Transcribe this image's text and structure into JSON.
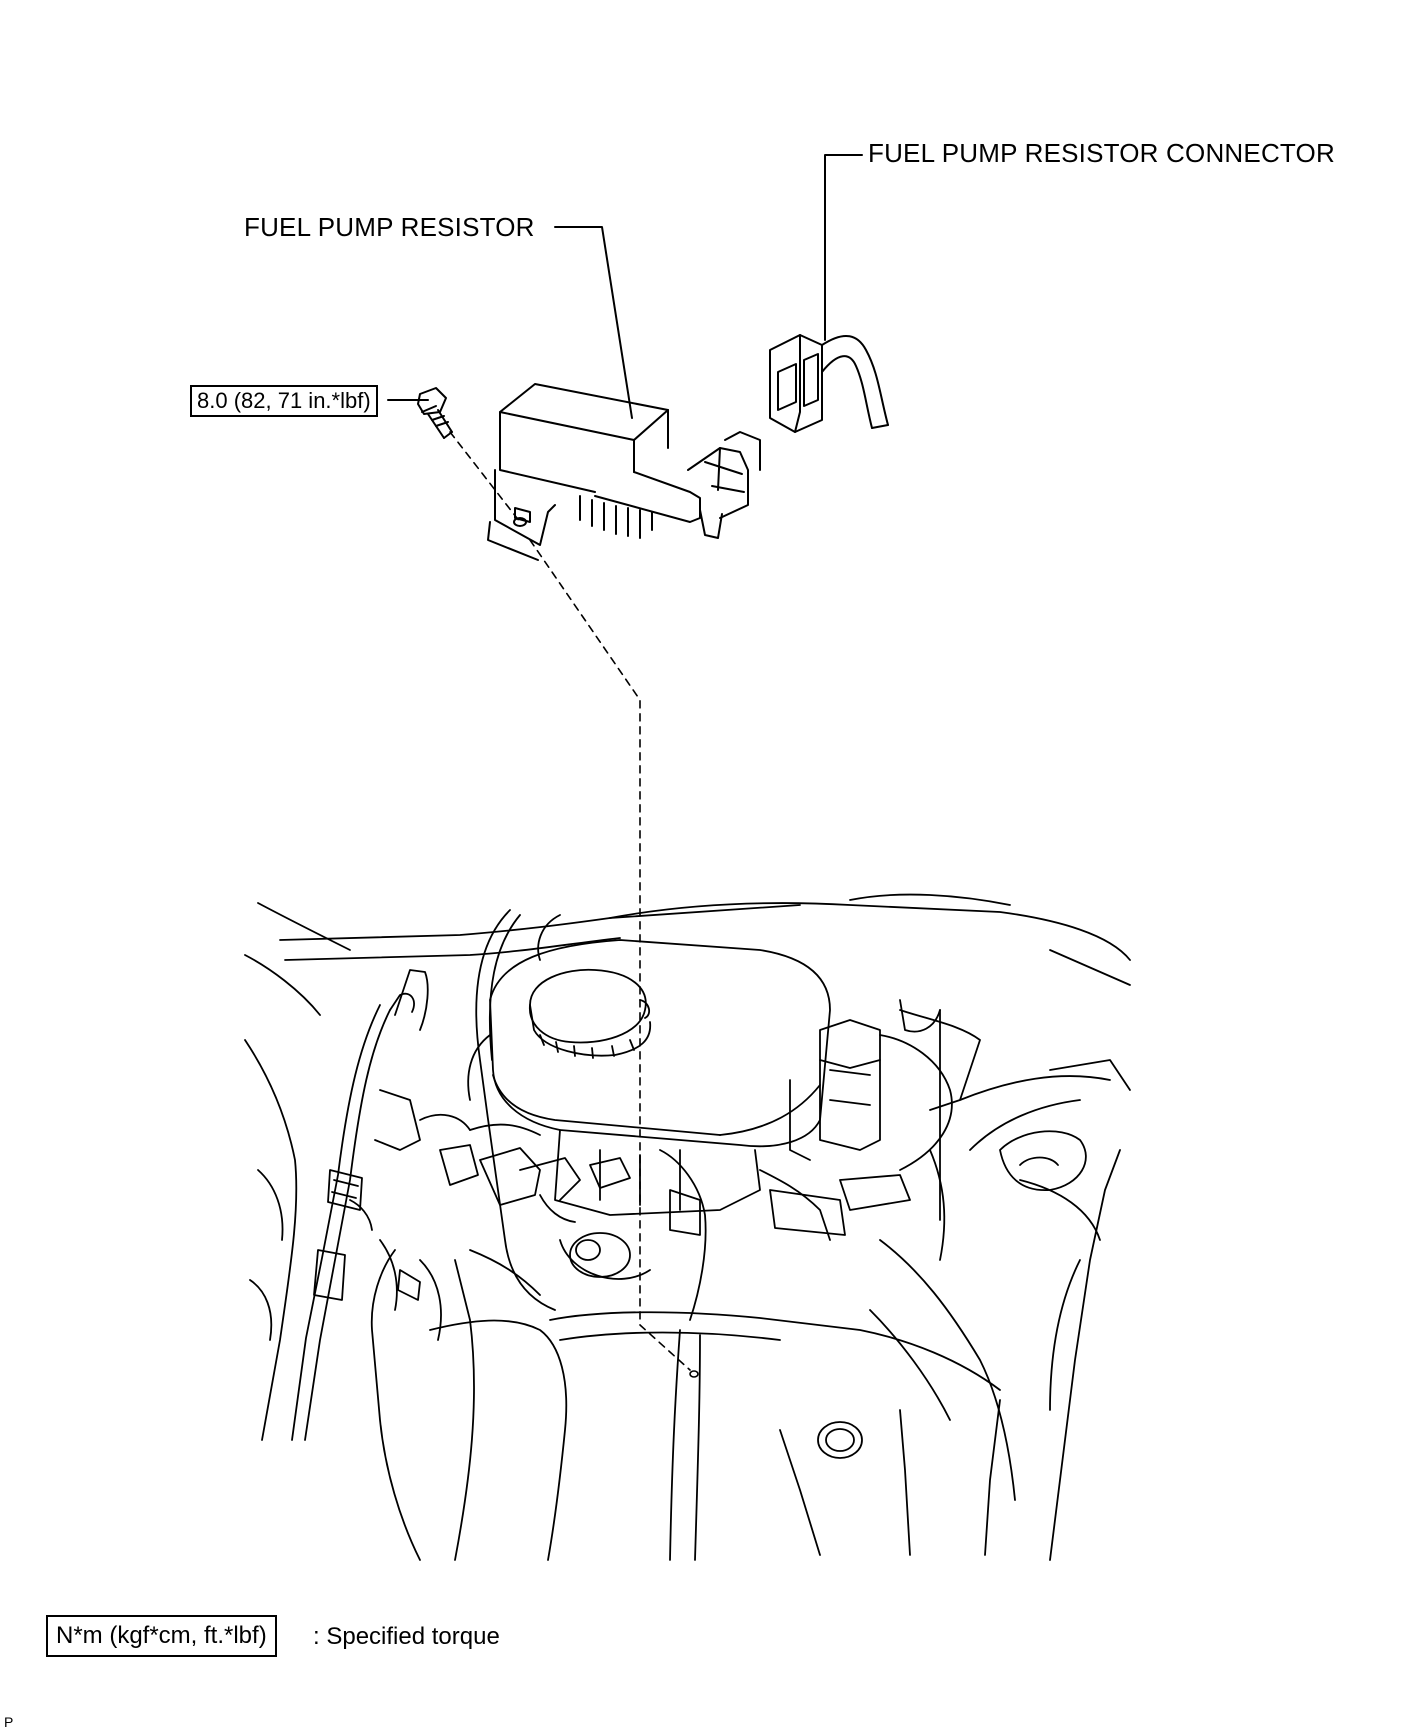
{
  "labels": {
    "resistor_connector": "FUEL PUMP RESISTOR CONNECTOR",
    "resistor": "FUEL PUMP RESISTOR",
    "torque_value": "8.0 (82, 71 in.*lbf)"
  },
  "legend": {
    "unit_box": "N*m (kgf*cm, ft.*lbf)",
    "description": ": Specified torque"
  },
  "figure_code": "P",
  "colors": {
    "line": "#000000",
    "background": "#ffffff"
  }
}
